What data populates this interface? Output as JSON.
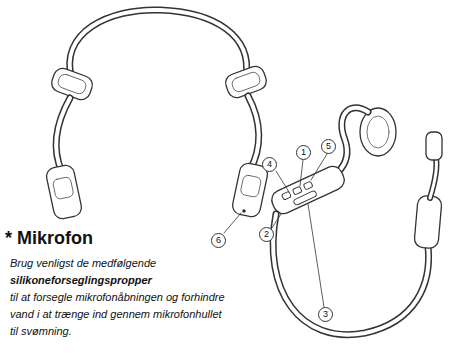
{
  "diagram": {
    "labels": [
      "6",
      "* Mikrofon",
      "Brug venligst de medfølgende",
      "silikoneforseglingspropper",
      "til at forsegle mikrofonåbningen og forhindre vand i at trænge ind gennem mikrofonhullet til svømning.",
      "4",
      "1",
      "5",
      "2",
      "3"
    ]
  }
}
